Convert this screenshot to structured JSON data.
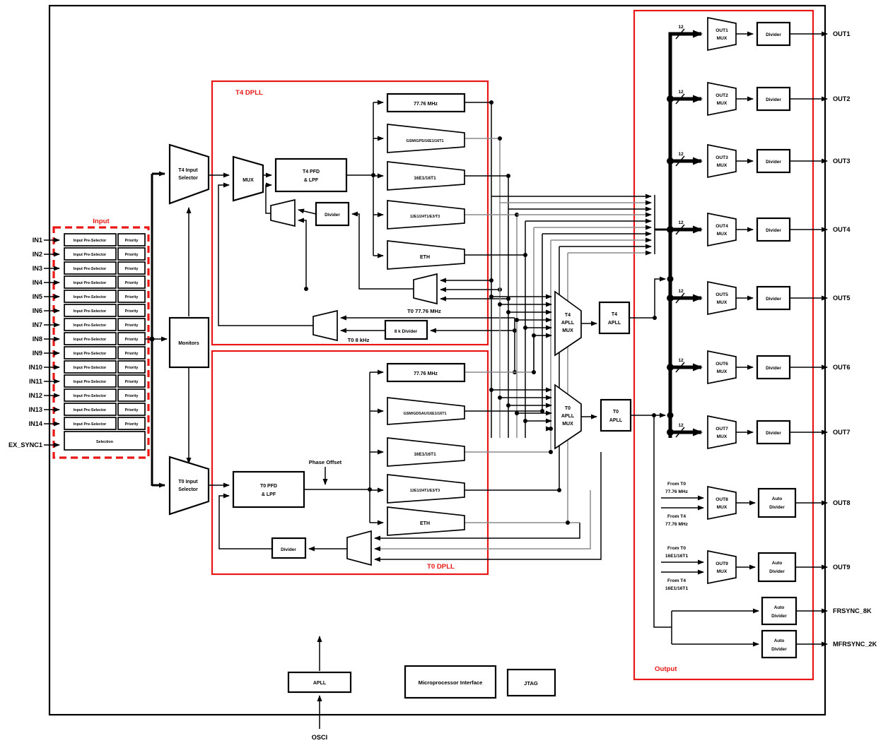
{
  "diagram": {
    "input_ports": [
      "IN1",
      "IN2",
      "IN3",
      "IN4",
      "IN5",
      "IN6",
      "IN7",
      "IN8",
      "IN9",
      "IN10",
      "IN11",
      "IN12",
      "IN13",
      "IN14"
    ],
    "ex_sync_port": "EX_SYNC1",
    "input_box": {
      "title": "Input",
      "pre_selector": "Input Pre-Selector",
      "priority": "Priority",
      "selection": "Selection"
    },
    "monitors": "Monitors",
    "t4_input_selector": {
      "l1": "T4 Input",
      "l2": "Selector"
    },
    "t0_input_selector": {
      "l1": "T0 Input",
      "l2": "Selector"
    },
    "t4_dpll": {
      "title": "T4 DPLL",
      "mux": "MUX",
      "pfd_l1": "T4 PFD",
      "pfd_l2": "& LPF",
      "divider": "Divider",
      "paths": [
        "77.76 MHz",
        "GSM/GPS/16E1/16T1",
        "16E1/16T1",
        "12E1/24T1/E3/T3",
        "ETH"
      ]
    },
    "t0_dpll": {
      "title": "T0 DPLL",
      "pfd_l1": "T0 PFD",
      "pfd_l2": "& LPF",
      "phase_offset": "Phase Offset",
      "divider": "Divider",
      "paths": [
        "77.76 MHz",
        "GSM/GDSAU/16E1/16T1",
        "16E1/16T1",
        "12E1/24T1/E3/T3",
        "ETH"
      ]
    },
    "interstage": {
      "t0_7776": "T0 77.76 MHz",
      "divider_8k": "8 k Divider",
      "t0_8k": "T0 8 kHz"
    },
    "apll": {
      "t4_mux": {
        "l1": "T4",
        "l2": "APLL",
        "l3": "MUX"
      },
      "t0_mux": {
        "l1": "T0",
        "l2": "APLL",
        "l3": "MUX"
      },
      "t4": {
        "l1": "T4",
        "l2": "APLL"
      },
      "t0": {
        "l1": "T0",
        "l2": "APLL"
      }
    },
    "output_box": {
      "title": "Output",
      "bus_width": "12",
      "mux_label": "MUX",
      "divider": "Divider",
      "auto_l1": "Auto",
      "auto_l2": "Divider",
      "rows": [
        {
          "label": "OUT1"
        },
        {
          "label": "OUT2"
        },
        {
          "label": "OUT3"
        },
        {
          "label": "OUT4"
        },
        {
          "label": "OUT5"
        },
        {
          "label": "OUT6"
        },
        {
          "label": "OUT7"
        }
      ],
      "out8": {
        "label": "OUT8",
        "from_l1": "From T0",
        "from_l2": "77.76 MHz",
        "from_l3": "From T4",
        "from_l4": "77.76 MHz"
      },
      "out9": {
        "label": "OUT9",
        "from_l1": "From T0",
        "from_l2": "16E1/16T1",
        "from_l3": "From T4",
        "from_l4": "16E1/16T1"
      },
      "frsync_port": "FRSYNC_8K",
      "mfrsync_port": "MFRSYNC_2K"
    },
    "bottom": {
      "apll": "APLL",
      "osci_port": "OSCI",
      "micro": "Microprocessor Interface",
      "jtag": "JTAG"
    },
    "colors": {
      "red": "#e81715",
      "wire": "#000000",
      "gray_wire": "#8a8a8a"
    }
  }
}
